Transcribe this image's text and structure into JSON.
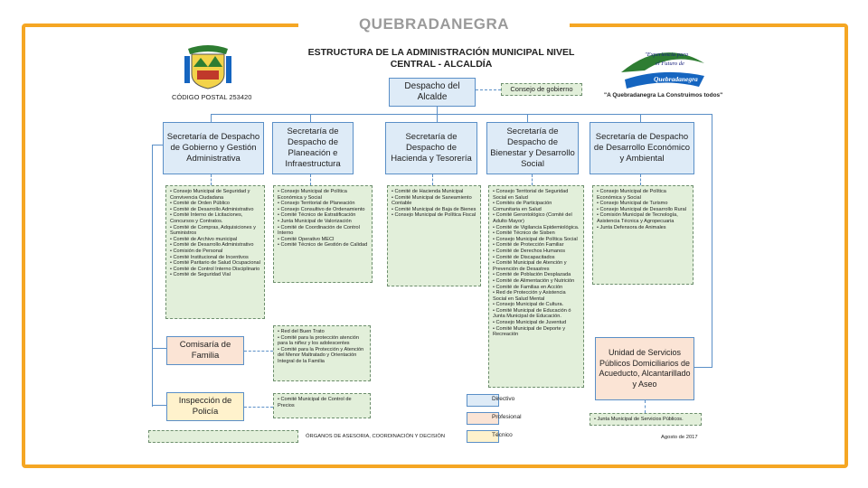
{
  "slide_title": "QUEBRADANEGRA",
  "doc_title": "ESTRUCTURA DE LA  ADMINISTRACIÓN MUNICIPAL NIVEL CENTRAL - ALCALDÍA",
  "postal_code": "CÓDIGO POSTAL  253420",
  "logo_right": {
    "line1": "\"Experiencia para",
    "line2": "el Futuro de",
    "line3": "Quebradanegra",
    "slogan": "\"A Quebradanegra La Construimos todos\""
  },
  "despacho": "Despacho del Alcalde",
  "consejo_gobierno": "Consejo de gobierno",
  "secretarias": [
    {
      "name": "Secretaría de Despacho de Gobierno y Gestión Administrativa",
      "items": [
        "Consejo Municipal de Seguridad y Convivencia Ciudadana",
        "Comité de Orden Público",
        "Comité de Desarrollo Administrativo",
        "Comité Interno de Licitaciones, Concursos y Contratos.",
        "Comité de Compras, Adquisiciones y Suministros",
        "Comité de Archivo municipal",
        "Comité de Desarrollo Administrativo",
        "Comisión de Personal",
        "Comité Institucional de Incentivos",
        "Comité Paritario de Salud Ocupacional",
        "Comité de Control Interno Disciplinario",
        "Comité de Seguridad Vial"
      ]
    },
    {
      "name": "Secretaría de Despacho de Planeación e Infraestructura",
      "items": [
        "Consejo Municipal de Política Económica y Social",
        "Consejo Territorial de Planeación",
        "Consejo Consultivo de Ordenamiento",
        "Comité Técnico de Estratificación",
        "Junta Municipal de Valorización",
        "Comité de Coordinación de Control Interno",
        "Comité Operativo MECI",
        "Comité Técnico de Gestión de Calidad"
      ]
    },
    {
      "name": "Secretaría de Despacho de Hacienda y Tesorería",
      "items": [
        "Comité de Hacienda Municipal",
        "Comité Municipal de Saneamiento Contable",
        "Comité Municipal de Baja de Bienes",
        "Consejo Municipal de Política Fiscal"
      ]
    },
    {
      "name": "Secretaría de Despacho de Bienestar y Desarrollo Social",
      "items": [
        "Consejo Territorial de Seguridad Social en Salud",
        "Comités de Participación Comunitaria en Salud",
        "Comité Gerontológico (Comité del Adulto Mayor)",
        "Comité de Vigilancia Epidemiológica.",
        "Comité Técnico de Sisben",
        "Consejo Municipal de Política Social",
        "Comité de Protección Familiar",
        "Comité de Derechos Humanos",
        "Comité de Discapacitados",
        "Comité Municipal de Atención y Prevención de Desastres",
        "Comité de Población Desplazada",
        "Comité de Alimentación y Nutrición",
        "Comité de Familias en Acción",
        "Red de Protección y Asistencia Social en Salud Mental",
        "Consejo Municipal de Cultura.",
        "Comité Municipal de Educación ó Junta Municipal de Educación.",
        "Consejo Municipal de Juventud",
        "Comité Municipal de Deporte y Recreación"
      ]
    },
    {
      "name": "Secretaría de Despacho de Desarrollo Económico y Ambiental",
      "items": [
        "Consejo Municipal de Política Económica y Social",
        "Consejo Municipal de Turismo",
        "Consejo Municipal de Desarrollo Rural",
        "Comisión Municipal de Tecnología, Asistencia Técnica y Agropecuaria",
        "Junta Defensora de Animales"
      ]
    }
  ],
  "comisaria": {
    "name": "Comisaría de Familia",
    "items": [
      "Red del Buen Trato",
      "Comité para la protección atención para la niñez y los adolescentes",
      "Comité para la Protección y Atención del Menor Maltratado y Orientación Integral de la Familia"
    ]
  },
  "inspeccion": {
    "name": "Inspección de Policía",
    "items": [
      "Comité Municipal de Control de Precios"
    ]
  },
  "unidad": {
    "name": "Unidad de Servicios Públicos Domiciliarios de Acueducto, Alcantarillado y Aseo",
    "items": [
      "Junta Municipal de Servicios Públicos."
    ]
  },
  "legend": [
    {
      "label": "Directivo",
      "color": "#deebf7"
    },
    {
      "label": "Profesional",
      "color": "#fbe4d5"
    },
    {
      "label": "Técnico",
      "color": "#fff2cc"
    }
  ],
  "organos_label": "ÓRGANOS DE ASESORIA, COORDINACIÓN Y DECISIÓN",
  "date": "Agosto de 2017",
  "colors": {
    "frame": "#f5a623",
    "directivo": "#deebf7",
    "profesional": "#fbe4d5",
    "tecnico": "#fff2cc",
    "asesoria": "#e2efda",
    "connector": "#5a8fc7"
  }
}
